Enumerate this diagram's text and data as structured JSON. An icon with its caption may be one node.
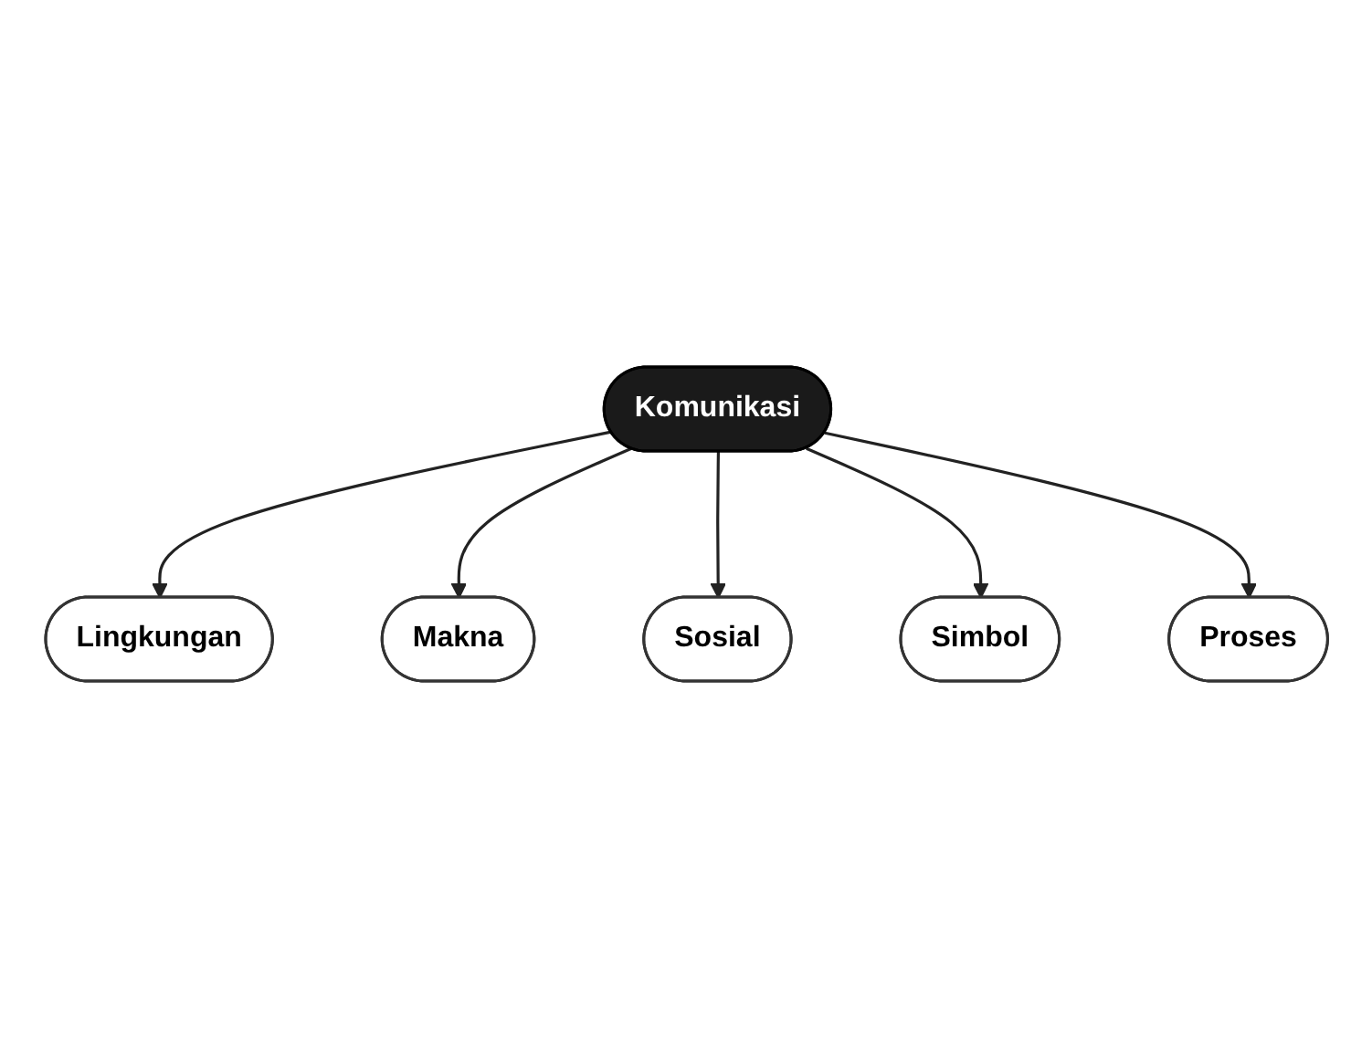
{
  "diagram": {
    "nodes": [
      {
        "text": [
          "Lingkungan"
        ]
      },
      {
        "text": [
          "Makna"
        ]
      },
      {
        "text": [
          "Sosial"
        ]
      },
      {
        "text": [
          "Komunikasi"
        ]
      },
      {
        "text": [
          "Simbol"
        ]
      },
      {
        "text": [
          "Proses"
        ]
      }
    ],
    "edges": [
      {
        "from": 3,
        "to": 0,
        "arrow": "to"
      },
      {
        "from": 3,
        "to": 1,
        "arrow": "to"
      },
      {
        "from": 3,
        "to": 2,
        "arrow": "to"
      },
      {
        "from": 3,
        "to": 4,
        "arrow": "to"
      },
      {
        "from": 3,
        "to": 5,
        "arrow": "to"
      }
    ]
  }
}
